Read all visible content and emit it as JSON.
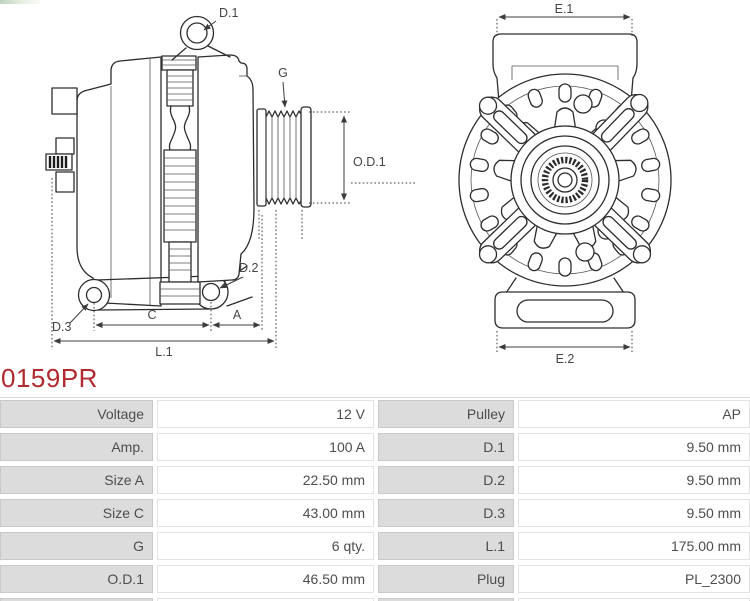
{
  "part_number": "0159PR",
  "colors": {
    "part_number_red": "#b02a30",
    "table_label_bg": "#dcdcdc",
    "table_text": "#4d4d4d",
    "drawing_line": "#2d2d2d"
  },
  "diagram": {
    "labels": {
      "d1": "D.1",
      "g": "G",
      "od1": "O.D.1",
      "d2": "D.2",
      "d3": "D.3",
      "c": "C",
      "a": "A",
      "l1": "L.1",
      "e1": "E.1",
      "e2": "E.2"
    }
  },
  "spec_table": {
    "rows": [
      {
        "left_label": "Voltage",
        "left_value": "12 V",
        "right_label": "Pulley",
        "right_value": "AP"
      },
      {
        "left_label": "Amp.",
        "left_value": "100 A",
        "right_label": "D.1",
        "right_value": "9.50 mm"
      },
      {
        "left_label": "Size A",
        "left_value": "22.50 mm",
        "right_label": "D.2",
        "right_value": "9.50 mm"
      },
      {
        "left_label": "Size C",
        "left_value": "43.00 mm",
        "right_label": "D.3",
        "right_value": "9.50 mm"
      },
      {
        "left_label": "G",
        "left_value": "6 qty.",
        "right_label": "L.1",
        "right_value": "175.00 mm"
      },
      {
        "left_label": "O.D.1",
        "left_value": "46.50 mm",
        "right_label": "Plug",
        "right_value": "PL_2300"
      }
    ]
  }
}
